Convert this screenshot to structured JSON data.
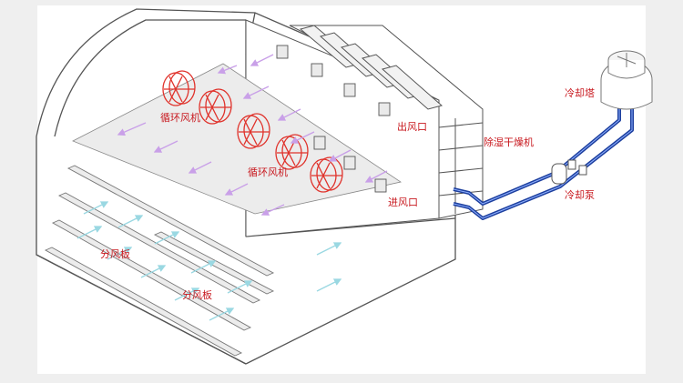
{
  "labels": {
    "fan_top": "循环风机",
    "fan_mid": "循环风机",
    "outlet": "出风口",
    "dryer": "除湿干燥机",
    "cooling_tower": "冷却塔",
    "cooling_pump": "冷却泵",
    "inlet": "进风口",
    "plate_left": "分风板",
    "plate_right": "分风板"
  },
  "colors": {
    "label": "#c8191f",
    "fan": "#e0322b",
    "pipe": "#1d3f9e",
    "arrow_recirc": "#c9a0e8",
    "arrow_supply": "#9ad8e2",
    "line": "#555555",
    "background": "#efefef",
    "canvas": "#ffffff"
  }
}
